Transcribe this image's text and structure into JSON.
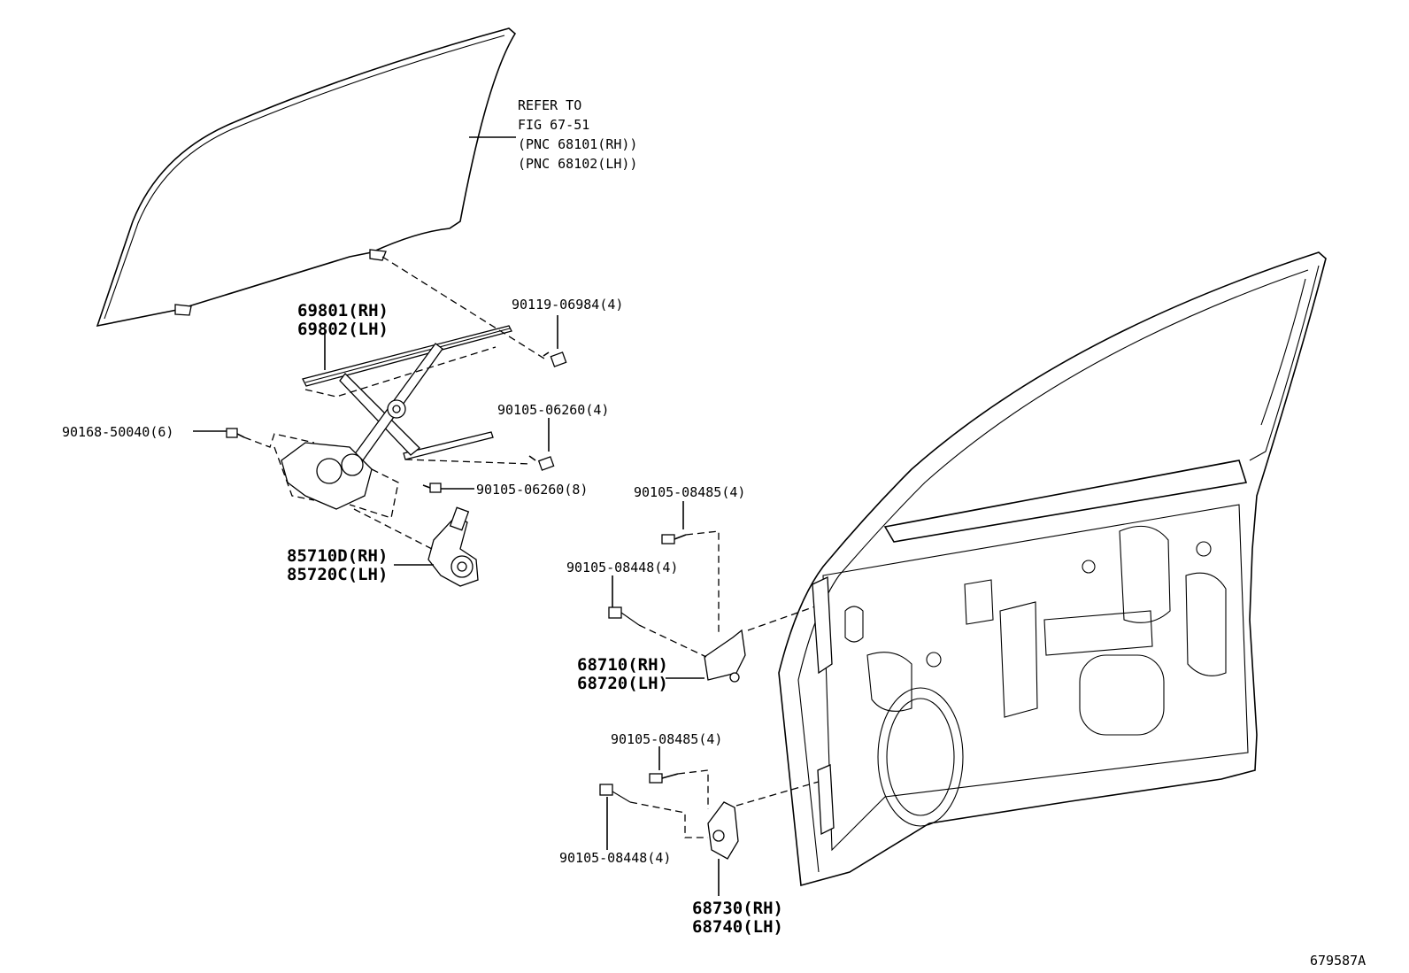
{
  "figure_id": "679587A",
  "callouts": {
    "glass_note": [
      "REFER TO",
      "FIG 67-51",
      "(PNC 68101(RH))",
      "(PNC 68102(LH))"
    ],
    "regulator": [
      "69801(RH)",
      "69802(LH)"
    ],
    "bolt_90119": "90119-06984(4)",
    "bolt_90105_06260_upper": "90105-06260(4)",
    "bolt_90168": "90168-50040(6)",
    "bolt_90105_06260_lower": "90105-06260(8)",
    "motor": [
      "85710D(RH)",
      "85720C(LH)"
    ],
    "bolt_upper_hinge_a": "90105-08485(4)",
    "bolt_upper_hinge_b": "90105-08448(4)",
    "upper_hinge": [
      "68710(RH)",
      "68720(LH)"
    ],
    "bolt_lower_hinge_a": "90105-08485(4)",
    "bolt_lower_hinge_b": "90105-08448(4)",
    "lower_hinge": [
      "68730(RH)",
      "68740(LH)"
    ]
  }
}
